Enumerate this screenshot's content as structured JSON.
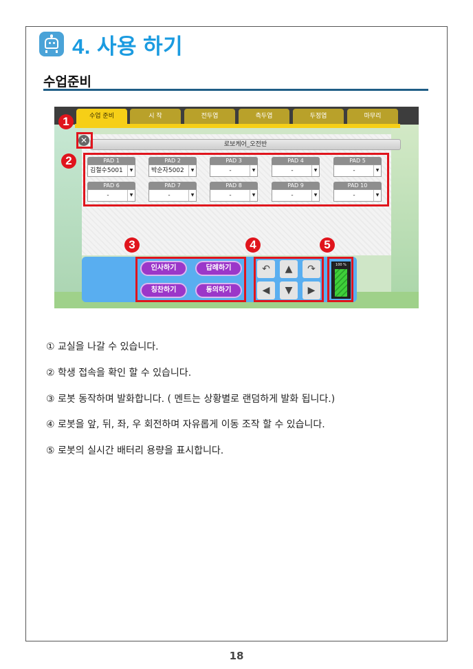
{
  "header": {
    "icon": "robot-icon",
    "title": "4. 사용 하기",
    "subtitle": "수업준비"
  },
  "app": {
    "tabs": [
      "수업 준비",
      "시 작",
      "전두엽",
      "측두엽",
      "두정엽",
      "마무리"
    ],
    "active_tab": 0,
    "close_icon": "close-icon",
    "class_name": "로보케어_오전반",
    "pads": [
      {
        "label": "PAD 1",
        "value": "김철수5001"
      },
      {
        "label": "PAD 2",
        "value": "박순자5002"
      },
      {
        "label": "PAD 3",
        "value": "-"
      },
      {
        "label": "PAD 4",
        "value": "-"
      },
      {
        "label": "PAD 5",
        "value": "-"
      },
      {
        "label": "PAD 6",
        "value": "-"
      },
      {
        "label": "PAD 7",
        "value": "-"
      },
      {
        "label": "PAD 8",
        "value": "-"
      },
      {
        "label": "PAD 9",
        "value": "-"
      },
      {
        "label": "PAD 10",
        "value": "-"
      }
    ],
    "speech_buttons": [
      "인사하기",
      "답례하기",
      "칭찬하기",
      "동의하기"
    ],
    "move_icons": [
      "rotate-left-icon",
      "arrow-up-icon",
      "rotate-right-icon",
      "arrow-left-icon",
      "arrow-down-icon",
      "arrow-right-icon"
    ],
    "battery": {
      "label": "100 %",
      "level": 1.0
    },
    "markers": [
      "1",
      "2",
      "3",
      "4",
      "5"
    ],
    "colors": {
      "tab_active": "#f6cf17",
      "tab": "#b9a12a",
      "highlight": "#e0141c",
      "speech_button": "#9b37c9",
      "control_bar": "#59aef0"
    }
  },
  "descriptions": [
    "① 교실을 나갈 수 있습니다.",
    "② 학생 접속을 확인 할 수 있습니다.",
    "③ 로봇 동작하며 발화합니다. ( 멘트는 상황별로 랜덤하게 발화 됩니다.)",
    "④ 로봇을 앞, 뒤, 좌, 우 회전하며 자유롭게 이동 조작 할 수 있습니다.",
    "⑤ 로봇의 실시간 배터리 용량을 표시합니다."
  ],
  "page_number": "18"
}
